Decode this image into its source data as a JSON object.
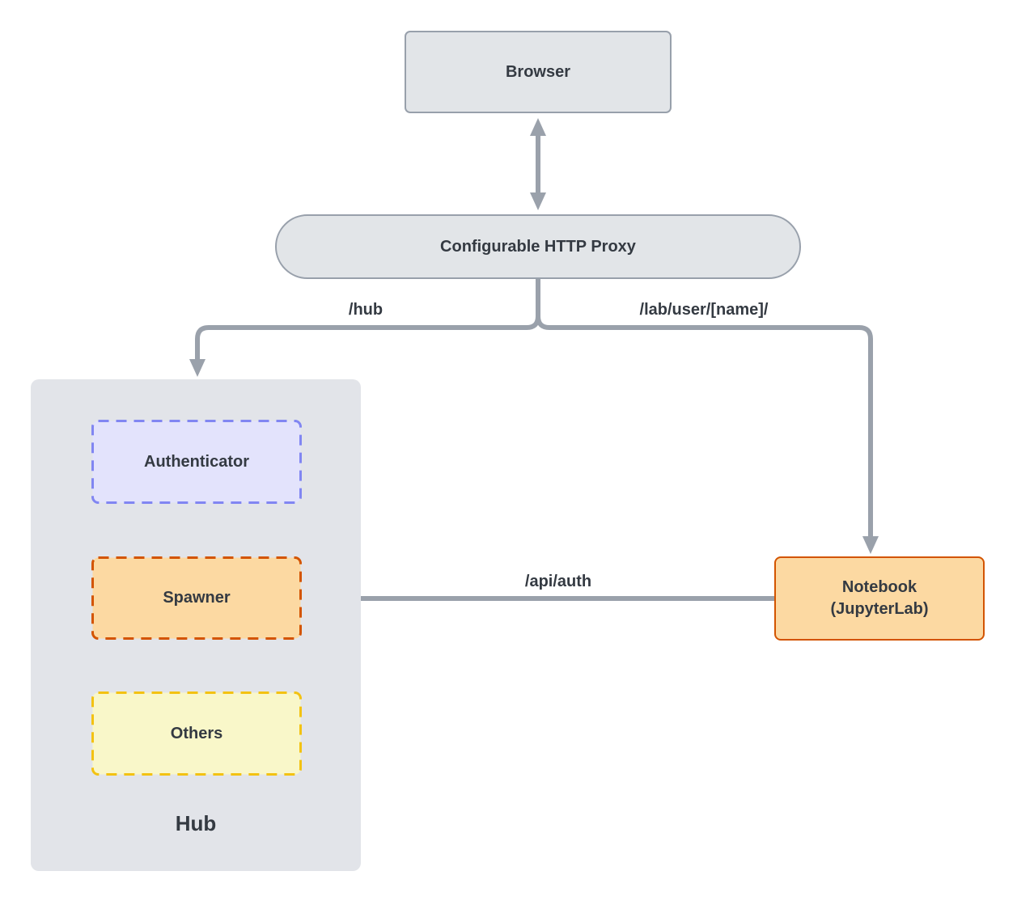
{
  "nodes": {
    "browser": {
      "label": "Browser"
    },
    "proxy": {
      "label": "Configurable HTTP Proxy"
    },
    "hub": {
      "label": "Hub"
    },
    "authenticator": {
      "label": "Authenticator"
    },
    "spawner": {
      "label": "Spawner"
    },
    "others": {
      "label": "Others"
    },
    "notebook": {
      "label": "Notebook",
      "sublabel": "(JupyterLab)"
    }
  },
  "edges": {
    "proxy_to_hub": {
      "label": "/hub"
    },
    "proxy_to_notebook": {
      "label": "/lab/user/[name]/"
    },
    "notebook_to_spawner": {
      "label": "/api/auth"
    }
  },
  "colors": {
    "canvas_bg": "#ffffff",
    "arrow": "#9aa1ab",
    "gray_fill": "#e2e5e8",
    "gray_border": "#98a0ab",
    "hub_fill": "#e2e4e9",
    "purple_fill": "#e3e3fc",
    "purple_border": "#8186f2",
    "orange_fill": "#fcd9a2",
    "orange_border": "#d35400",
    "yellow_fill": "#f9f7c9",
    "yellow_border": "#f3c212",
    "text": "#343a42"
  }
}
